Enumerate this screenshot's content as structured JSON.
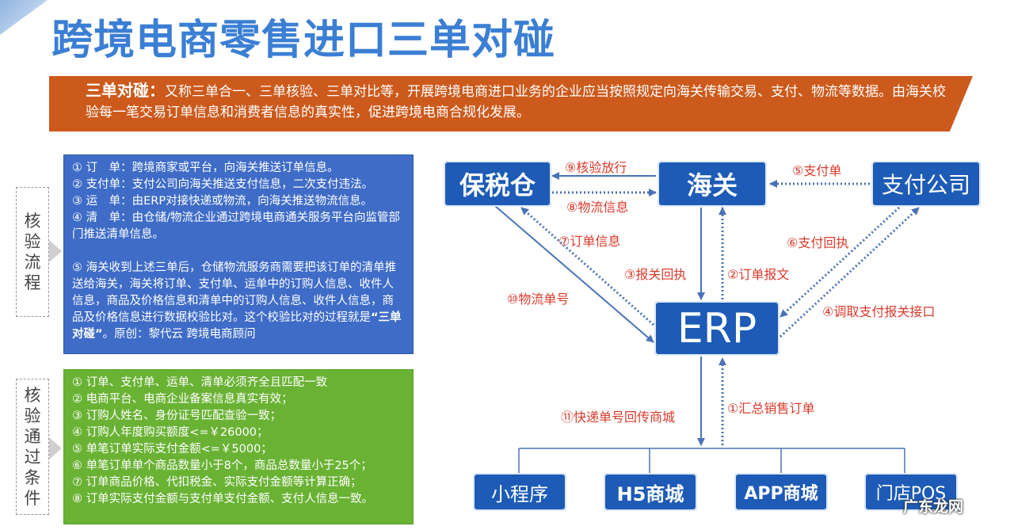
{
  "title": "跨境电商零售进口三单对碰",
  "banner": {
    "term": "三单对碰：",
    "text": "又称三单合一、三单核验、三单对比等，开展跨境电商进口业务的企业应当按照规定向海关传输交易、支付、物流等数据。由海关校验每一笔交易订单信息和消费者信息的真实性，促进跨境电商合规化发展。"
  },
  "left": {
    "tab1": [
      "核",
      "验",
      "流",
      "程"
    ],
    "tab2": [
      "核",
      "验",
      "通",
      "过",
      "条",
      "件"
    ],
    "process": [
      "① 订　单：跨境商家或平台，向海关推送订单信息。",
      "② 支付单：支付公司向海关推送支付信息，二次支付违法。",
      "③ 运　单：由ERP对接快递或物流，向海关推送物流信息。",
      "④ 清　单：由仓储/物流企业通过跨境电商通关服务平台向监管部门推送清单信息。"
    ],
    "note_prefix": "⑤ 海关收到上述三单后，仓储物流服务商需要把该订单的清单推送给海关，海关将订单、支付单、运单中的订购人信息、收件人信息，商品及价格信息和清单中的订购人信息、收件人信息，商品及价格信息进行数据校验比对。这个校验比对的过程就是",
    "note_term": "“三单对碰”",
    "note_suffix": "。原创：黎代云 跨境电商顾问",
    "conditions": [
      "① 订单、支付单、运单、清单必须齐全且匹配一致",
      "② 电商平台、电商企业备案信息真实有效；",
      "③ 订购人姓名、身份证号匹配查验一致；",
      "④ 订购人年度购买额度<=￥26000；",
      "⑤ 单笔订单实际支付金额<=￥5000；",
      "⑥ 单笔订单单个商品数量小于8个，商品总数量小于25个；",
      "⑦ 订单商品价格、代扣税金、实际支付金额等计算正确；",
      "⑧ 订单实际支付金额与支付单支付金额、支付人信息一致。"
    ]
  },
  "diagram": {
    "nodes": {
      "warehouse": "保税仓",
      "customs": "海关",
      "payment": "支付公司",
      "erp": "ERP",
      "miniapp": "小程序",
      "h5": "H5商城",
      "app": "APP商城",
      "pos": "门店POS"
    },
    "labels": {
      "l9": "⑨核验放行",
      "l8": "⑧物流信息",
      "l5": "⑤支付单",
      "l7": "⑦订单信息",
      "l6": "⑥支付回执",
      "l3": "③报关回执",
      "l2": "②订单报文",
      "l10": "⑩物流单号",
      "l4": "④调取支付报关接口",
      "l11": "⑪快递单号回传商城",
      "l1": "①汇总销售订单"
    }
  },
  "watermark": "广东龙网"
}
